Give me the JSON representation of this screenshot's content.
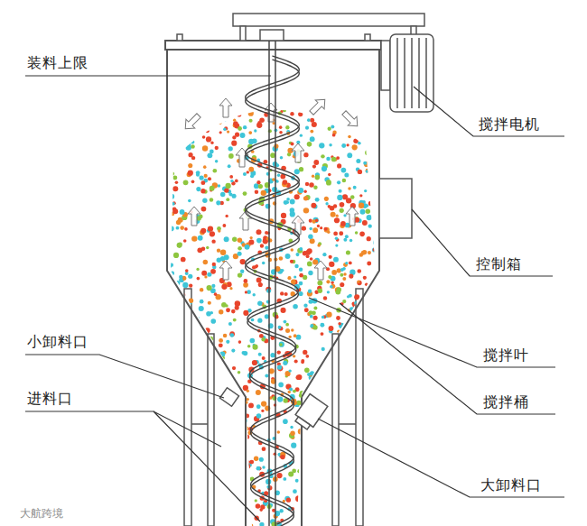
{
  "diagram": {
    "labels": [
      "装料上限",
      "搅拌电机",
      "控制箱",
      "小卸料口",
      "搅拌叶",
      "进料口",
      "搅拌桶",
      "大卸料口",
      "大航跨境"
    ]
  }
}
